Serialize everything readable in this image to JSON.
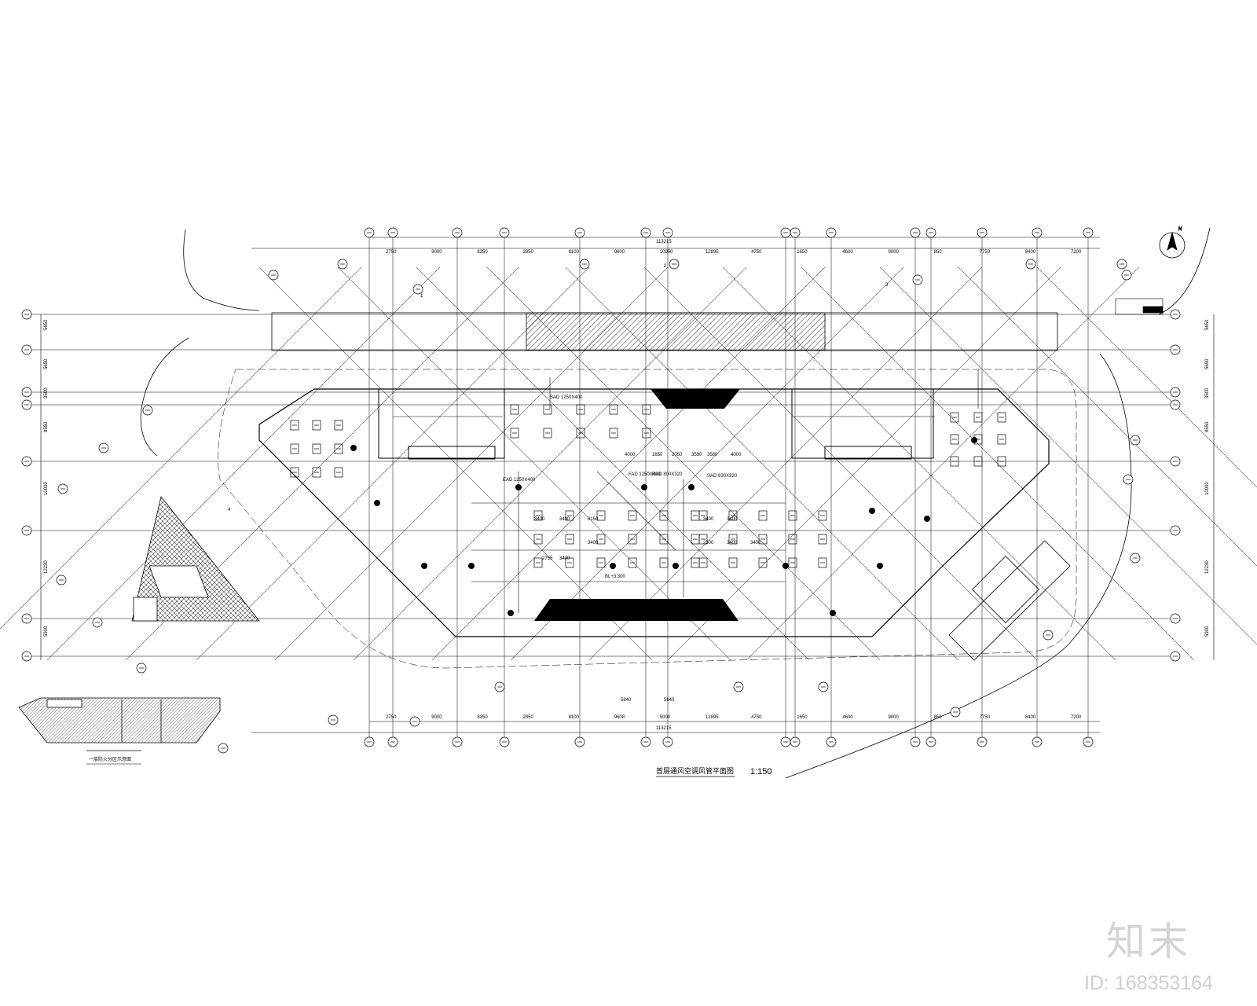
{
  "drawing": {
    "title": "首层通风空调风管平面图",
    "scale": "1:150",
    "inset_title": "一层防火分区示意图",
    "overall_dimension": "113215",
    "top_dimensions": [
      "2750",
      "9000",
      "8350",
      "2850",
      "8100",
      "9600",
      "10950",
      "12895",
      "4750",
      "1650",
      "4600",
      "9000",
      "850",
      "7750",
      "8400",
      "7200"
    ],
    "bottom_dimensions": [
      "2750",
      "9000",
      "8350",
      "2850",
      "8100",
      "9608",
      "5000",
      "12895",
      "4750",
      "1650",
      "4600",
      "9000",
      "850",
      "7750",
      "8400",
      "7200"
    ],
    "left_dimensions": [
      "5650",
      "5650",
      "3500",
      "8550",
      "10000",
      "12230",
      "5900"
    ],
    "right_dimensions": [
      "5650",
      "5650",
      "3500",
      "8550",
      "10000",
      "12230",
      "5900"
    ],
    "interior_dimensions": [
      "4000",
      "1650",
      "2050",
      "3580",
      "3580",
      "4000",
      "3400",
      "3400",
      "3400",
      "3400",
      "2300",
      "3400",
      "3400",
      "8150",
      "3400",
      "3400",
      "2755",
      "5840",
      "5840"
    ],
    "annotations": [
      "SAD 1250X400",
      "FAD 1250X400",
      "RAD 800X320",
      "SAD 630X320",
      "EAD 1250X400",
      "BL+3.300"
    ],
    "fire_zones": [
      "1",
      "2",
      "3",
      "4"
    ],
    "compass": "N"
  },
  "watermark": {
    "logo": "知末",
    "id": "ID: 168353164"
  }
}
